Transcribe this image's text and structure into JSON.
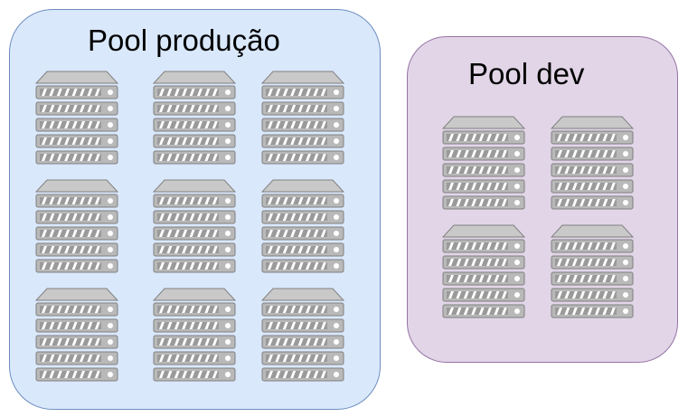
{
  "pools": [
    {
      "name": "production",
      "title": "Pool produção",
      "server_count": 9,
      "fill": "#dae8fc",
      "stroke": "#6c8ebf"
    },
    {
      "name": "dev",
      "title": "Pool dev",
      "server_count": 4,
      "fill": "#e1d5e7",
      "stroke": "#9673a6"
    }
  ],
  "server_icon": "rack-server-icon",
  "server_colors": {
    "body": "#b9b9b9",
    "slot": "#ffffff",
    "outline": "#808080",
    "top": "#c9c9c9"
  }
}
